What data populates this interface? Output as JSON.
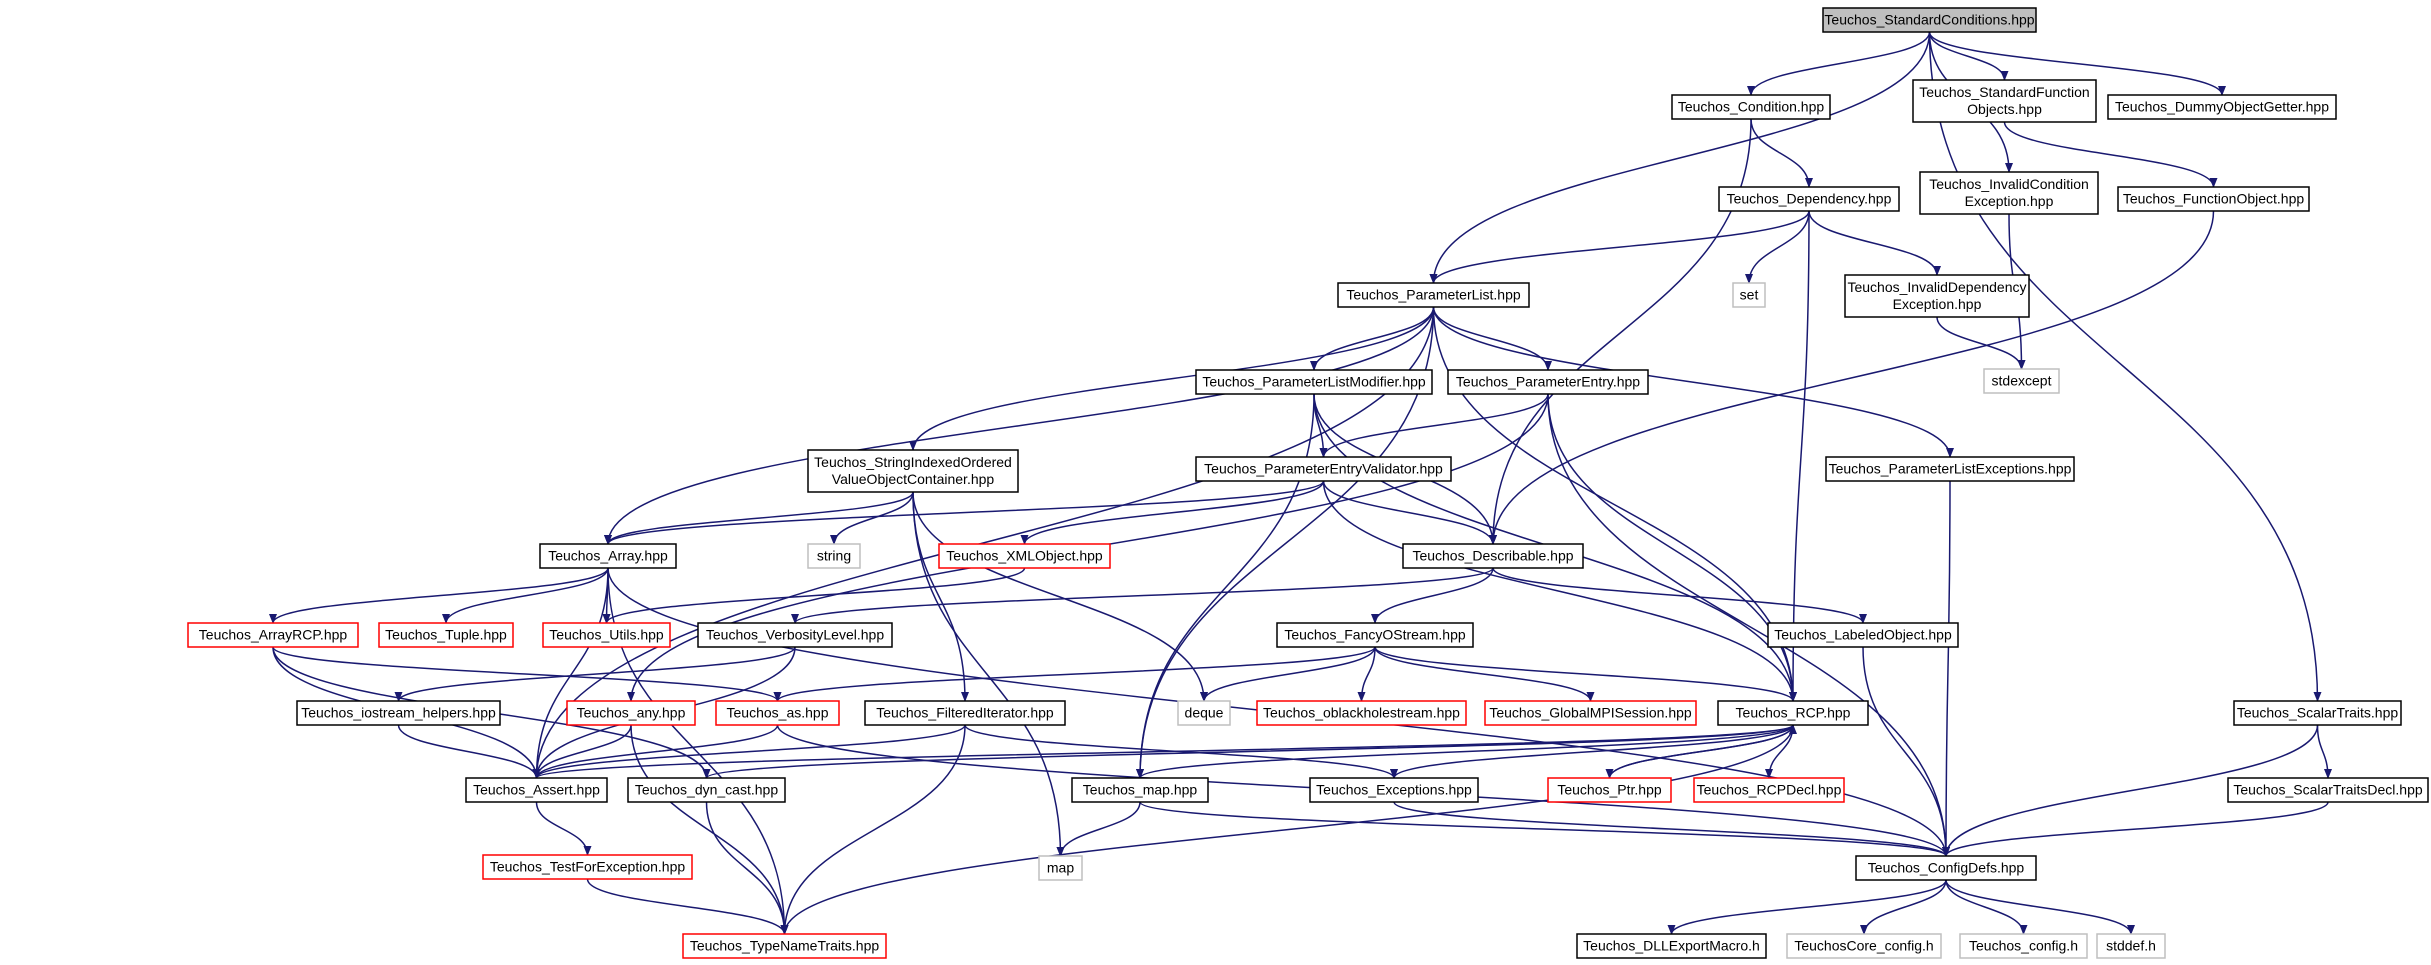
{
  "graph": {
    "colors": {
      "edge": "#191970",
      "root_fill": "#bfbfbf",
      "node_fill": "#ffffff",
      "normal_border": "#000000",
      "red_border": "#ff0000",
      "gray_border": "#bfbfbf",
      "text": "#000000"
    },
    "nodes": [
      {
        "id": "std_cond",
        "lines": [
          "Teuchos_StandardConditions.hpp"
        ],
        "style": "root"
      },
      {
        "id": "condition",
        "lines": [
          "Teuchos_Condition.hpp"
        ],
        "style": "normal"
      },
      {
        "id": "stdfunc",
        "lines": [
          "Teuchos_StandardFunction",
          "Objects.hpp"
        ],
        "style": "normal"
      },
      {
        "id": "dummy",
        "lines": [
          "Teuchos_DummyObjectGetter.hpp"
        ],
        "style": "normal"
      },
      {
        "id": "dependency",
        "lines": [
          "Teuchos_Dependency.hpp"
        ],
        "style": "normal"
      },
      {
        "id": "invcond",
        "lines": [
          "Teuchos_InvalidCondition",
          "Exception.hpp"
        ],
        "style": "normal"
      },
      {
        "id": "funcobj",
        "lines": [
          "Teuchos_FunctionObject.hpp"
        ],
        "style": "normal"
      },
      {
        "id": "paramlist",
        "lines": [
          "Teuchos_ParameterList.hpp"
        ],
        "style": "normal"
      },
      {
        "id": "set",
        "lines": [
          "set"
        ],
        "style": "gray"
      },
      {
        "id": "invdep",
        "lines": [
          "Teuchos_InvalidDependency",
          "Exception.hpp"
        ],
        "style": "normal"
      },
      {
        "id": "stdexcept",
        "lines": [
          "stdexcept"
        ],
        "style": "gray"
      },
      {
        "id": "plmod",
        "lines": [
          "Teuchos_ParameterListModifier.hpp"
        ],
        "style": "normal"
      },
      {
        "id": "pentry",
        "lines": [
          "Teuchos_ParameterEntry.hpp"
        ],
        "style": "normal"
      },
      {
        "id": "sioc",
        "lines": [
          "Teuchos_StringIndexedOrdered",
          "ValueObjectContainer.hpp"
        ],
        "style": "normal"
      },
      {
        "id": "pev",
        "lines": [
          "Teuchos_ParameterEntryValidator.hpp"
        ],
        "style": "normal"
      },
      {
        "id": "plexc",
        "lines": [
          "Teuchos_ParameterListExceptions.hpp"
        ],
        "style": "normal"
      },
      {
        "id": "string",
        "lines": [
          "string"
        ],
        "style": "gray"
      },
      {
        "id": "array",
        "lines": [
          "Teuchos_Array.hpp"
        ],
        "style": "normal"
      },
      {
        "id": "xmlobj",
        "lines": [
          "Teuchos_XMLObject.hpp"
        ],
        "style": "red"
      },
      {
        "id": "describable",
        "lines": [
          "Teuchos_Describable.hpp"
        ],
        "style": "normal"
      },
      {
        "id": "arrayrcp",
        "lines": [
          "Teuchos_ArrayRCP.hpp"
        ],
        "style": "red"
      },
      {
        "id": "tuple",
        "lines": [
          "Teuchos_Tuple.hpp"
        ],
        "style": "red"
      },
      {
        "id": "utils",
        "lines": [
          "Teuchos_Utils.hpp"
        ],
        "style": "red"
      },
      {
        "id": "verbosity",
        "lines": [
          "Teuchos_VerbosityLevel.hpp"
        ],
        "style": "normal"
      },
      {
        "id": "fancyos",
        "lines": [
          "Teuchos_FancyOStream.hpp"
        ],
        "style": "normal"
      },
      {
        "id": "labeled",
        "lines": [
          "Teuchos_LabeledObject.hpp"
        ],
        "style": "normal"
      },
      {
        "id": "iostream",
        "lines": [
          "Teuchos_iostream_helpers.hpp"
        ],
        "style": "normal"
      },
      {
        "id": "any",
        "lines": [
          "Teuchos_any.hpp"
        ],
        "style": "red"
      },
      {
        "id": "as",
        "lines": [
          "Teuchos_as.hpp"
        ],
        "style": "red"
      },
      {
        "id": "filtered",
        "lines": [
          "Teuchos_FilteredIterator.hpp"
        ],
        "style": "normal"
      },
      {
        "id": "deque",
        "lines": [
          "deque"
        ],
        "style": "gray"
      },
      {
        "id": "oblack",
        "lines": [
          "Teuchos_oblackholestream.hpp"
        ],
        "style": "red"
      },
      {
        "id": "globalmpi",
        "lines": [
          "Teuchos_GlobalMPISession.hpp"
        ],
        "style": "red"
      },
      {
        "id": "rcp",
        "lines": [
          "Teuchos_RCP.hpp"
        ],
        "style": "normal"
      },
      {
        "id": "scalar",
        "lines": [
          "Teuchos_ScalarTraits.hpp"
        ],
        "style": "normal"
      },
      {
        "id": "assert",
        "lines": [
          "Teuchos_Assert.hpp"
        ],
        "style": "normal"
      },
      {
        "id": "dyncast",
        "lines": [
          "Teuchos_dyn_cast.hpp"
        ],
        "style": "normal"
      },
      {
        "id": "map_hpp",
        "lines": [
          "Teuchos_map.hpp"
        ],
        "style": "normal"
      },
      {
        "id": "exceptions",
        "lines": [
          "Teuchos_Exceptions.hpp"
        ],
        "style": "normal"
      },
      {
        "id": "ptr",
        "lines": [
          "Teuchos_Ptr.hpp"
        ],
        "style": "red"
      },
      {
        "id": "rcpdecl",
        "lines": [
          "Teuchos_RCPDecl.hpp"
        ],
        "style": "red"
      },
      {
        "id": "scalardecl",
        "lines": [
          "Teuchos_ScalarTraitsDecl.hpp"
        ],
        "style": "normal"
      },
      {
        "id": "testfor",
        "lines": [
          "Teuchos_TestForException.hpp"
        ],
        "style": "red"
      },
      {
        "id": "map",
        "lines": [
          "map"
        ],
        "style": "gray"
      },
      {
        "id": "configdefs",
        "lines": [
          "Teuchos_ConfigDefs.hpp"
        ],
        "style": "normal"
      },
      {
        "id": "typename",
        "lines": [
          "Teuchos_TypeNameTraits.hpp"
        ],
        "style": "red"
      },
      {
        "id": "dllexport",
        "lines": [
          "Teuchos_DLLExportMacro.h"
        ],
        "style": "normal"
      },
      {
        "id": "corecfg",
        "lines": [
          "TeuchosCore_config.h"
        ],
        "style": "gray"
      },
      {
        "id": "tconfig",
        "lines": [
          "Teuchos_config.h"
        ],
        "style": "gray"
      },
      {
        "id": "stddef",
        "lines": [
          "stddef.h"
        ],
        "style": "gray"
      }
    ],
    "edges": [
      [
        "std_cond",
        "condition"
      ],
      [
        "std_cond",
        "stdfunc"
      ],
      [
        "std_cond",
        "dummy"
      ],
      [
        "std_cond",
        "invcond"
      ],
      [
        "std_cond",
        "paramlist"
      ],
      [
        "std_cond",
        "scalar"
      ],
      [
        "condition",
        "dependency"
      ],
      [
        "condition",
        "describable"
      ],
      [
        "stdfunc",
        "funcobj"
      ],
      [
        "funcobj",
        "describable"
      ],
      [
        "dependency",
        "paramlist"
      ],
      [
        "dependency",
        "set"
      ],
      [
        "dependency",
        "invdep"
      ],
      [
        "dependency",
        "rcp"
      ],
      [
        "invcond",
        "stdexcept"
      ],
      [
        "invdep",
        "stdexcept"
      ],
      [
        "paramlist",
        "plmod"
      ],
      [
        "paramlist",
        "pentry"
      ],
      [
        "paramlist",
        "sioc"
      ],
      [
        "paramlist",
        "array"
      ],
      [
        "paramlist",
        "plexc"
      ],
      [
        "paramlist",
        "assert"
      ],
      [
        "paramlist",
        "map_hpp"
      ],
      [
        "paramlist",
        "rcp"
      ],
      [
        "plmod",
        "pev"
      ],
      [
        "plmod",
        "describable"
      ],
      [
        "plmod",
        "map_hpp"
      ],
      [
        "plmod",
        "rcp"
      ],
      [
        "pentry",
        "pev"
      ],
      [
        "pentry",
        "any"
      ],
      [
        "pentry",
        "rcp"
      ],
      [
        "pentry",
        "configdefs"
      ],
      [
        "sioc",
        "array"
      ],
      [
        "sioc",
        "string"
      ],
      [
        "sioc",
        "filtered"
      ],
      [
        "sioc",
        "deque"
      ],
      [
        "sioc",
        "map"
      ],
      [
        "pev",
        "array"
      ],
      [
        "pev",
        "xmlobj"
      ],
      [
        "pev",
        "describable"
      ],
      [
        "pev",
        "rcp"
      ],
      [
        "plexc",
        "configdefs"
      ],
      [
        "array",
        "arrayrcp"
      ],
      [
        "array",
        "tuple"
      ],
      [
        "array",
        "utils"
      ],
      [
        "array",
        "assert"
      ],
      [
        "array",
        "typename"
      ],
      [
        "array",
        "configdefs"
      ],
      [
        "xmlobj",
        "utils"
      ],
      [
        "describable",
        "verbosity"
      ],
      [
        "describable",
        "fancyos"
      ],
      [
        "describable",
        "labeled"
      ],
      [
        "arrayrcp",
        "as"
      ],
      [
        "arrayrcp",
        "assert"
      ],
      [
        "arrayrcp",
        "dyncast"
      ],
      [
        "verbosity",
        "iostream"
      ],
      [
        "verbosity",
        "assert"
      ],
      [
        "fancyos",
        "as"
      ],
      [
        "fancyos",
        "deque"
      ],
      [
        "fancyos",
        "oblack"
      ],
      [
        "fancyos",
        "globalmpi"
      ],
      [
        "fancyos",
        "rcp"
      ],
      [
        "labeled",
        "configdefs"
      ],
      [
        "iostream",
        "assert"
      ],
      [
        "any",
        "assert"
      ],
      [
        "any",
        "typename"
      ],
      [
        "as",
        "assert"
      ],
      [
        "as",
        "configdefs"
      ],
      [
        "filtered",
        "assert"
      ],
      [
        "filtered",
        "exceptions"
      ],
      [
        "filtered",
        "typename"
      ],
      [
        "rcp",
        "assert"
      ],
      [
        "rcp",
        "dyncast"
      ],
      [
        "rcp",
        "map_hpp"
      ],
      [
        "rcp",
        "exceptions"
      ],
      [
        "rcp",
        "ptr"
      ],
      [
        "rcp",
        "rcpdecl"
      ],
      [
        "rcp",
        "typename"
      ],
      [
        "ptr",
        "rcp"
      ],
      [
        "scalar",
        "scalardecl"
      ],
      [
        "scalar",
        "configdefs"
      ],
      [
        "scalardecl",
        "configdefs"
      ],
      [
        "assert",
        "testfor"
      ],
      [
        "testfor",
        "typename"
      ],
      [
        "dyncast",
        "typename"
      ],
      [
        "map_hpp",
        "map"
      ],
      [
        "map_hpp",
        "configdefs"
      ],
      [
        "exceptions",
        "configdefs"
      ],
      [
        "configdefs",
        "dllexport"
      ],
      [
        "configdefs",
        "corecfg"
      ],
      [
        "configdefs",
        "tconfig"
      ],
      [
        "configdefs",
        "stddef"
      ]
    ]
  }
}
